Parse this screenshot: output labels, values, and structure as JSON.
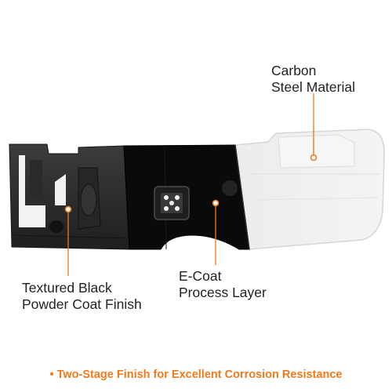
{
  "accent_color": "#f07a1a",
  "callouts": {
    "carbon_steel": {
      "line1": "Carbon",
      "line2": "Steel Material"
    },
    "textured_finish": {
      "line1": "Textured Black",
      "line2": "Powder Coat Finish"
    },
    "ecoat": {
      "line1": "E-Coat",
      "line2": "Process Layer"
    }
  },
  "footer": {
    "bullet": "•",
    "text": "Two-Stage Finish for Excellent Corrosion Resistance"
  },
  "icons": {
    "light": "led-work-light",
    "marker": "orange-callout-marker"
  }
}
